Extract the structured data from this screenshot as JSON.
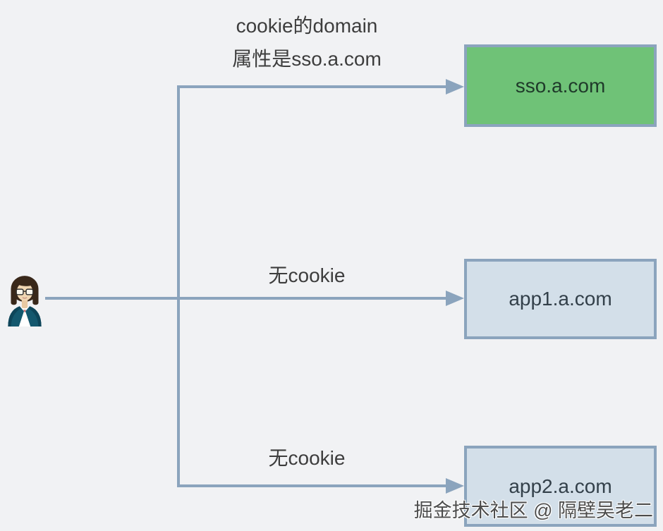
{
  "diagram": {
    "annotation": {
      "line1": "cookie的domain",
      "line2": "属性是sso.a.com"
    },
    "actor": {
      "icon": "woman-user-icon"
    },
    "nodes": [
      {
        "id": "sso",
        "label": "sso.a.com",
        "fill": "#6fc277",
        "role": "sso-server"
      },
      {
        "id": "app1",
        "label": "app1.a.com",
        "fill": "#d3dfe9",
        "role": "app-server"
      },
      {
        "id": "app2",
        "label": "app2.a.com",
        "fill": "#d3dfe9",
        "role": "app-server"
      }
    ],
    "edge_labels": {
      "to_app1": "无cookie",
      "to_app2": "无cookie"
    },
    "watermark": "掘金技术社区 @ 隔壁吴老二",
    "colors": {
      "background": "#f1f2f4",
      "arrow": "#8ba4bd",
      "node_border": "#8ba4bd",
      "sso_fill": "#6fc277",
      "app_fill": "#d3dfe9"
    }
  }
}
